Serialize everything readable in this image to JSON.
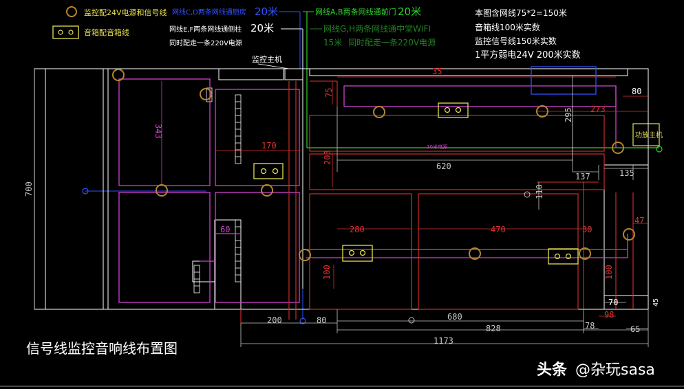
{
  "colors": {
    "background": "#000000",
    "wall": "#ffffff",
    "red_line": "#e03030",
    "magenta_line": "#d040d0",
    "green_line": "#30d030",
    "blue_line": "#3050ff",
    "orange_circle": "#b8862b",
    "yellow_box": "#e8e050",
    "dim_gray": "#c8c8c8",
    "cyan_text": "#60d0ff"
  },
  "legend": {
    "circle_label": "监控配24V电源和信号线",
    "box_label": "音箱配音箱线"
  },
  "notes": {
    "cd": "网线C,D两条网线通厨房",
    "cd_len": "20米",
    "ef": "网线E,F两条网线通侧柱",
    "ef_len": "20米",
    "ef_power": "同时配走一条220V电源",
    "ab": "网线A,B两条网线通前门",
    "ab_len": "20米",
    "gh": "网线G,H两条网线通中堂WIFI",
    "gh_len": "15米",
    "gh_power": "同时配走一条220V电源",
    "monitor_host": "监控主机",
    "amp_host": "功放主机"
  },
  "summary": {
    "line1": "本图含网线75*2=150米",
    "line2": "音箱线100米实数",
    "line3": "监控信号线150米实数",
    "line4": "1平方弱电24V 200米实数"
  },
  "dims": {
    "d35": "35",
    "d75": "75",
    "d80": "80",
    "d273": "273",
    "d295": "295",
    "d343": "343",
    "d170": "170",
    "d203": "203",
    "d620": "620",
    "d137": "137",
    "d135": "135",
    "d110": "110",
    "d700": "700",
    "d60": "60",
    "d280": "280",
    "d470": "470",
    "d30": "30",
    "d47": "47",
    "d100a": "100",
    "d100b": "100",
    "d70": "70",
    "d45": "45",
    "d200": "200",
    "d80b": "80",
    "d680": "680",
    "d828": "828",
    "d78": "78",
    "d98": "98",
    "d65": "65",
    "d1173": "1173"
  },
  "small_label": "10米电源",
  "title": "信号线监控音响线布置图",
  "watermark": {
    "brand": "头条",
    "handle": "@杂玩sasa"
  },
  "icons": {
    "camera": "orange-ring",
    "speaker": "yellow-box-with-two-rings",
    "network_port": "blue-circle"
  }
}
